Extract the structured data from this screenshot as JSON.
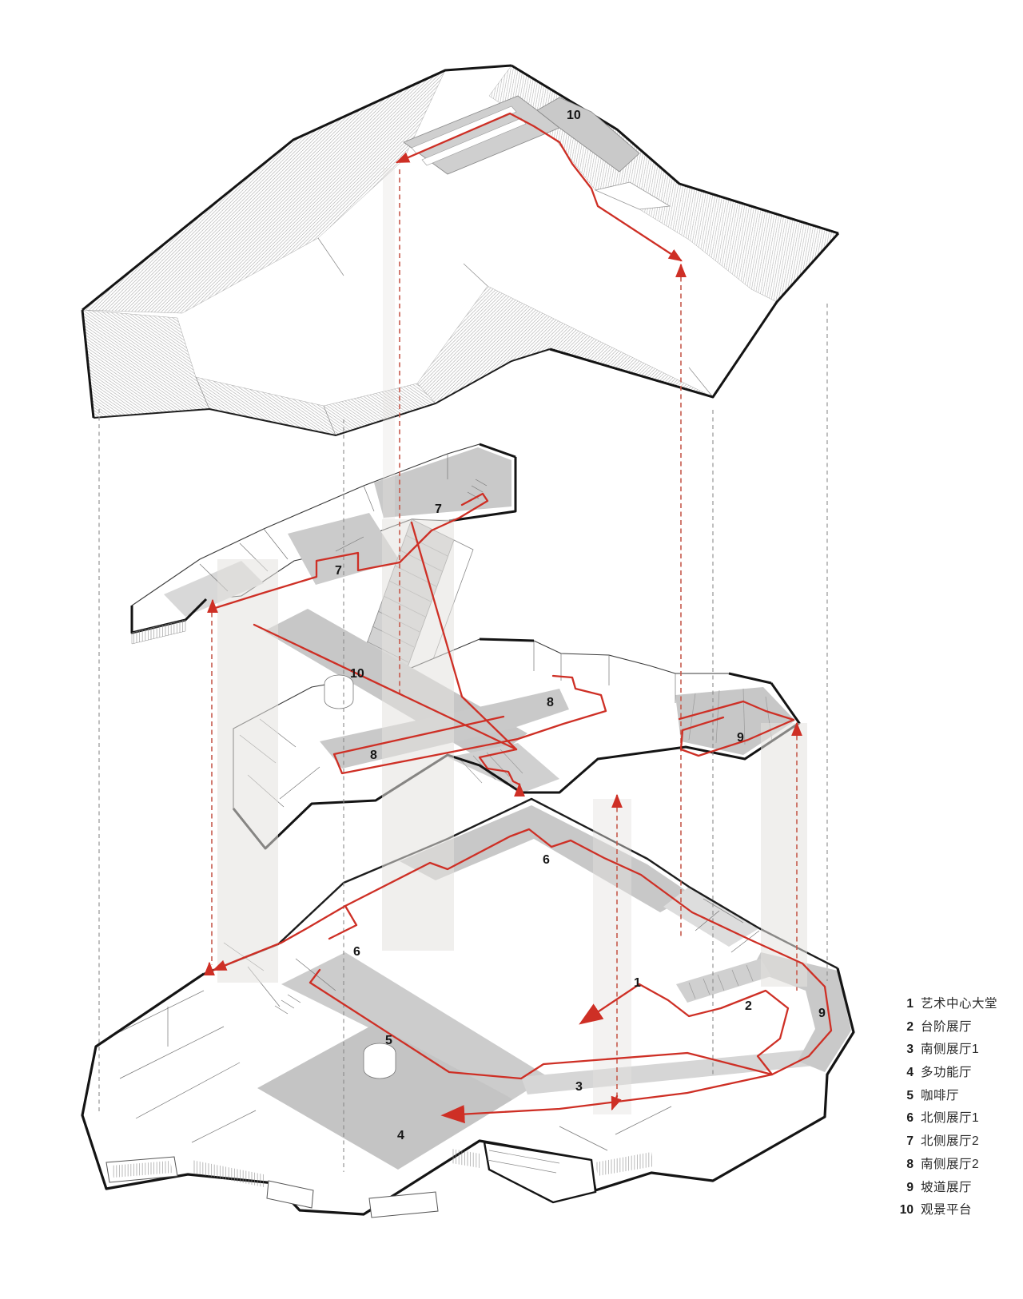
{
  "diagram": {
    "kind": "exploded axonometric circulation diagram",
    "levels": [
      "roof",
      "upper-floor",
      "middle-floor",
      "ground-floor"
    ]
  },
  "colors": {
    "path_red": "#ce2f25",
    "dashed_red": "#c65a4c",
    "dashed_gray": "#8b8b8b",
    "outline_black": "#141414",
    "wall_gray": "#767676",
    "floor_gray": "#c9c9c9",
    "band_gray": "#e4e2df",
    "background": "#ffffff"
  },
  "floor_labels": [
    {
      "id": "roof-10",
      "text": "10"
    },
    {
      "id": "l3-7a",
      "text": "7"
    },
    {
      "id": "l3-7b",
      "text": "7"
    },
    {
      "id": "l3-10",
      "text": "10"
    },
    {
      "id": "l2-8a",
      "text": "8"
    },
    {
      "id": "l2-8b",
      "text": "8"
    },
    {
      "id": "l2-9",
      "text": "9"
    },
    {
      "id": "l1-6a",
      "text": "6"
    },
    {
      "id": "l1-6b",
      "text": "6"
    },
    {
      "id": "l1-1",
      "text": "1"
    },
    {
      "id": "l1-2",
      "text": "2"
    },
    {
      "id": "l1-9",
      "text": "9"
    },
    {
      "id": "l1-5",
      "text": "5"
    },
    {
      "id": "l1-3",
      "text": "3"
    },
    {
      "id": "l1-4",
      "text": "4"
    }
  ],
  "legend": {
    "items": [
      {
        "num": "1",
        "label": "艺术中心大堂"
      },
      {
        "num": "2",
        "label": "台阶展厅"
      },
      {
        "num": "3",
        "label": "南侧展厅1"
      },
      {
        "num": "4",
        "label": "多功能厅"
      },
      {
        "num": "5",
        "label": "咖啡厅"
      },
      {
        "num": "6",
        "label": "北侧展厅1"
      },
      {
        "num": "7",
        "label": "北侧展厅2"
      },
      {
        "num": "8",
        "label": "南侧展厅2"
      },
      {
        "num": "9",
        "label": "坡道展厅"
      },
      {
        "num": "10",
        "label": "观景平台"
      }
    ]
  }
}
